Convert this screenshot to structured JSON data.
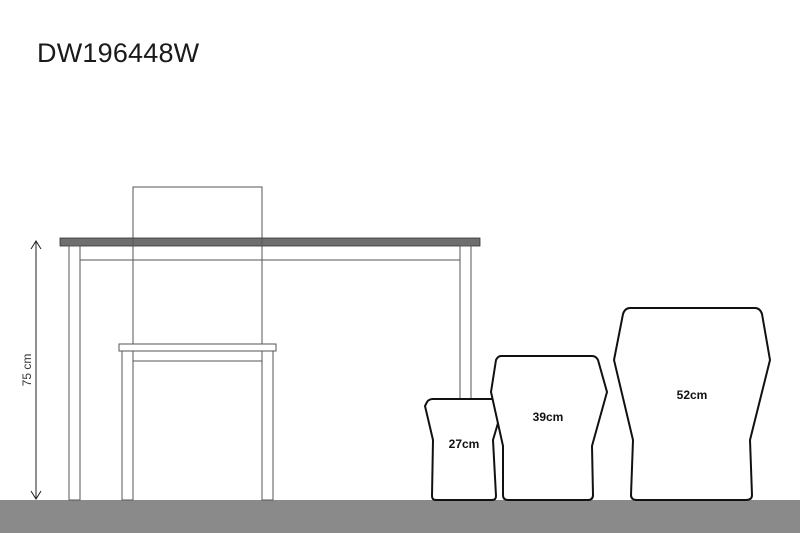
{
  "title": "DW196448W",
  "dimension": {
    "label": "75 cm"
  },
  "planters": [
    {
      "label": "27cm"
    },
    {
      "label": "39cm"
    },
    {
      "label": "52cm"
    }
  ],
  "colors": {
    "ground": "#8a8a8a",
    "tabletop": "#6e6e6e",
    "outline": "#1a1a1a",
    "frame": "#555555"
  }
}
